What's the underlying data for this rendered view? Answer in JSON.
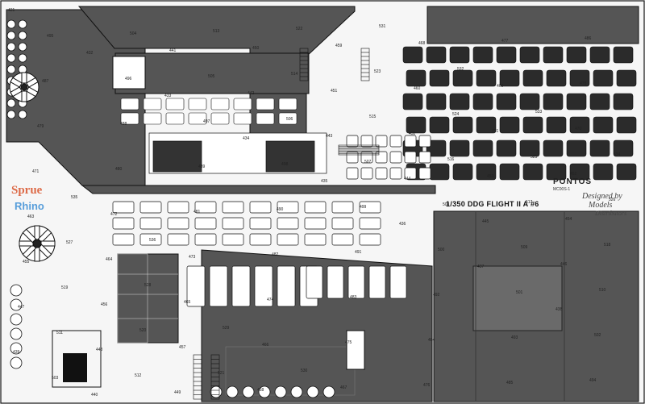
{
  "fret": {
    "title": "1/350 DDG FLIGHT II A #6",
    "brand": "PONTOS",
    "code": "MC00S-1",
    "maker_line1": "Designed by",
    "maker_line2": "Models",
    "maker_line3": "Distributors"
  },
  "watermark": {
    "line1": "Sprue",
    "line2": "Rhino"
  },
  "part_numbers": [
    "431",
    "432",
    "433",
    "434",
    "435",
    "436",
    "437",
    "438",
    "439",
    "440",
    "441",
    "442",
    "443",
    "444",
    "445",
    "446",
    "447",
    "448",
    "449",
    "450",
    "451",
    "452",
    "453",
    "454",
    "455",
    "456",
    "457",
    "458",
    "459",
    "460",
    "461",
    "462",
    "463",
    "464",
    "465",
    "466",
    "467",
    "468",
    "469",
    "470",
    "471",
    "472",
    "473",
    "474",
    "475",
    "476",
    "477",
    "478",
    "479",
    "480",
    "481",
    "482",
    "483",
    "484",
    "485",
    "486",
    "487",
    "488",
    "489",
    "490",
    "491",
    "492",
    "493",
    "494",
    "495",
    "496",
    "497",
    "498",
    "499",
    "500",
    "501",
    "502",
    "503",
    "504",
    "505",
    "506",
    "507",
    "508",
    "509",
    "510",
    "511",
    "512",
    "513",
    "514",
    "515",
    "516",
    "517",
    "518",
    "519",
    "520",
    "521",
    "522",
    "523",
    "524",
    "525",
    "526",
    "527",
    "528",
    "529",
    "530",
    "531",
    "532",
    "533",
    "534",
    "535",
    "536"
  ],
  "colors": {
    "deck": "#555555",
    "frame": "#f2f2f2",
    "part_outline": "#1a1a1a",
    "part_fill": "#ffffff",
    "dark_part": "#2b2b2b"
  }
}
